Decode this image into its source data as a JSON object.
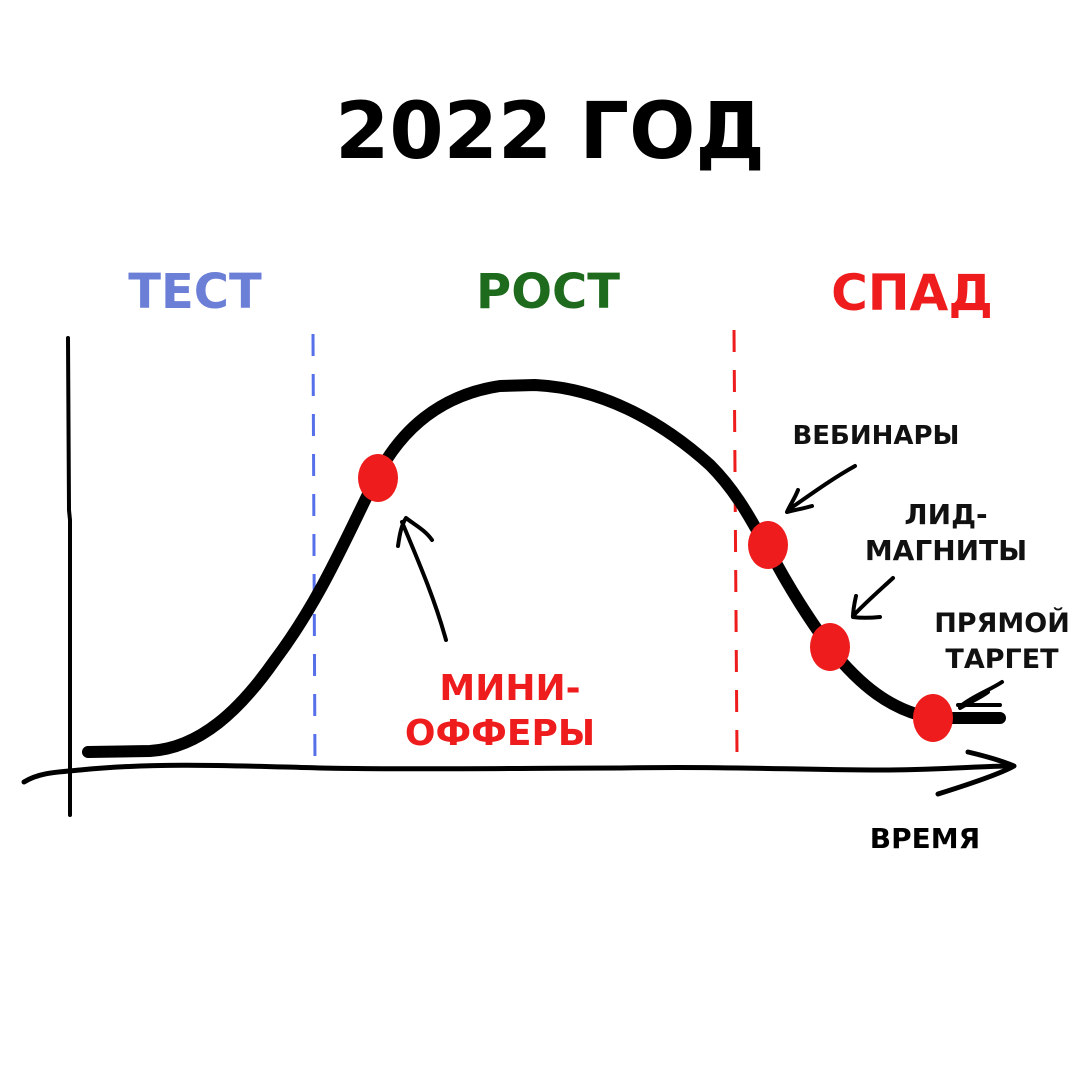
{
  "title": "2022 ГОД",
  "phases": [
    {
      "label": "ТЕСТ",
      "color": "#6b7fd7"
    },
    {
      "label": "РОСТ",
      "color": "#1e6b1e"
    },
    {
      "label": "СПАД",
      "color": "#ee1c1c"
    }
  ],
  "axis": {
    "x_label": "ВРЕМЯ"
  },
  "annotations": [
    {
      "lines": [
        "МИНИ-",
        "ОФФЕРЫ"
      ],
      "color": "#ee1c1c"
    },
    {
      "lines": [
        "ВЕБИНАРЫ"
      ],
      "color": "#111111"
    },
    {
      "lines": [
        "ЛИД-",
        "МАГНИТЫ"
      ],
      "color": "#111111"
    },
    {
      "lines": [
        "ПРЯМОЙ",
        "ТАРГЕТ"
      ],
      "color": "#111111"
    }
  ],
  "colors": {
    "curve": "#000000",
    "marker": "#ee1c1c",
    "test_divider": "#5570e8",
    "decline_divider": "#ee1c1c"
  }
}
